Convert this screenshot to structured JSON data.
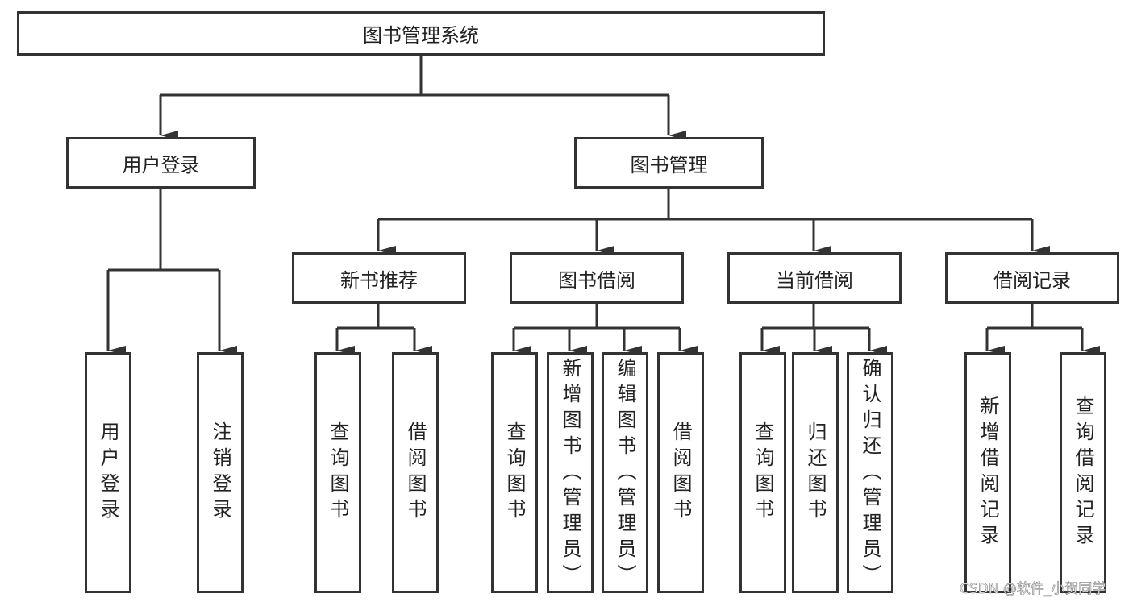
{
  "root": "图书管理系统",
  "level1": {
    "login": "用户登录",
    "books": "图书管理"
  },
  "login_children": [
    "用户登录",
    "注销登录"
  ],
  "level2": [
    "新书推荐",
    "图书借阅",
    "当前借阅",
    "借阅记录"
  ],
  "new_books_children": [
    "查询图书",
    "借阅图书"
  ],
  "borrow_children": [
    "查询图书",
    "新增图书（管理员）",
    "编辑图书（管理员）",
    "借阅图书"
  ],
  "current_children": [
    "查询图书",
    "归还图书",
    "确认归还（管理员）"
  ],
  "records_children": [
    "新增借阅记录",
    "查询借阅记录"
  ],
  "watermark": "CSDN @软件_小贺同学",
  "colors": {
    "line": "#333333",
    "background": "#ffffff"
  }
}
